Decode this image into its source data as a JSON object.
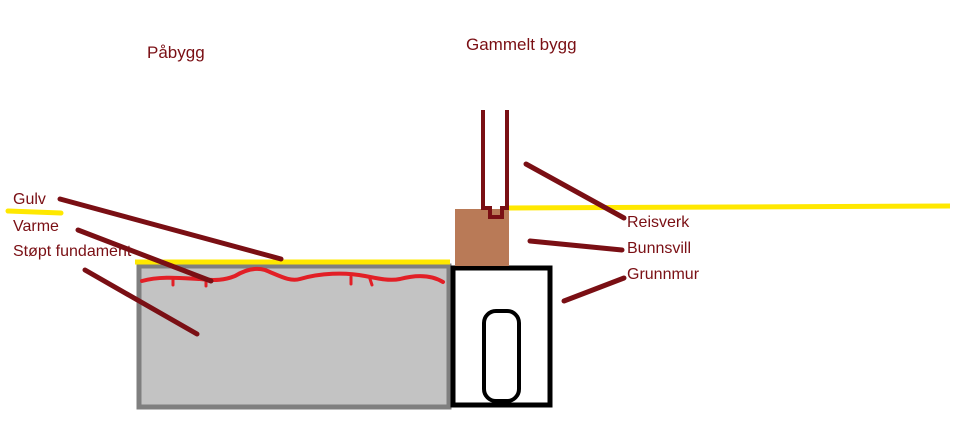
{
  "titles": {
    "new_building": "Påbygg",
    "old_building": "Gammelt bygg"
  },
  "labels": {
    "floor": "Gulv",
    "heating": "Varme",
    "cast_foundation": "Støpt fundament",
    "framing": "Reisverk",
    "sill_plate": "Bunnsvill",
    "foundation_wall": "Grunnmur"
  },
  "colors": {
    "text": "#7a0f14",
    "leader": "#7a0f14",
    "floor_line": "#ffe800",
    "heating_line": "#e21f26",
    "concrete_fill": "#c3c3c3",
    "concrete_border": "#7f7f7f",
    "sill": "#b97a57",
    "wall_outline": "#000000"
  }
}
